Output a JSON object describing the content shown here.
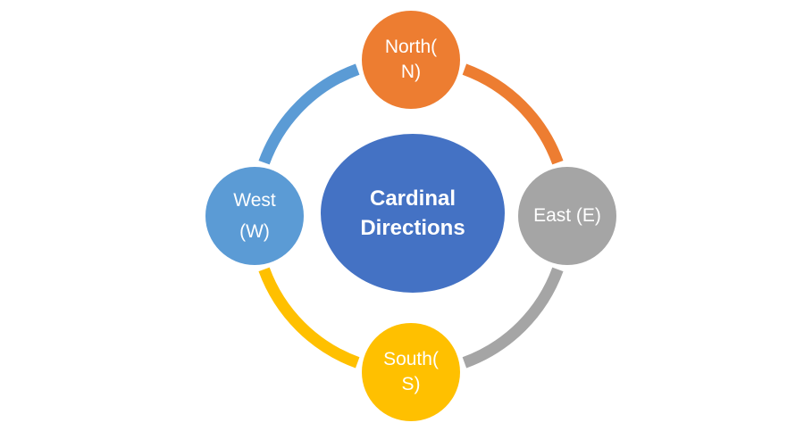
{
  "diagram": {
    "type": "cycle-diagram",
    "background_color": "#ffffff",
    "text_color": "#ffffff",
    "center": {
      "label": "Cardinal Directions",
      "lines": [
        "Cardinal",
        "Directions"
      ],
      "color": "#4472C4"
    },
    "nodes": [
      {
        "id": "north",
        "label": "North(N)",
        "lines": [
          "North(",
          "N)"
        ],
        "color": "#ED7D31",
        "position": "top"
      },
      {
        "id": "east",
        "label": "East (E)",
        "lines": [
          "East (E)"
        ],
        "color": "#A5A5A5",
        "position": "right"
      },
      {
        "id": "south",
        "label": "South(S)",
        "lines": [
          "South(",
          "S)"
        ],
        "color": "#FFC000",
        "position": "bottom"
      },
      {
        "id": "west",
        "label": "West (W)",
        "lines": [
          "West",
          "(W)"
        ],
        "color": "#5B9BD5",
        "position": "left"
      }
    ],
    "arcs": [
      {
        "id": "west-to-north",
        "color": "#5B9BD5"
      },
      {
        "id": "north-to-east",
        "color": "#ED7D31"
      },
      {
        "id": "east-to-south",
        "color": "#A5A5A5"
      },
      {
        "id": "south-to-west",
        "color": "#FFC000"
      }
    ]
  }
}
